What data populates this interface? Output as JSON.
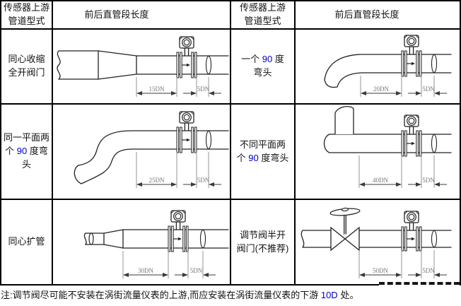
{
  "colors": {
    "accent": "#0000cc",
    "diagram_line": "#222222",
    "dimension_line": "#3a3a3a",
    "dimension_label": "#767676",
    "extension_line": "#8a8a8a",
    "border": "#000000",
    "text": "#111111"
  },
  "headers": {
    "upstream": [
      "传感器上游",
      "管道型式"
    ],
    "length": "前后直管段长度"
  },
  "rows": [
    {
      "left": {
        "label": [
          [
            {
              "t": "同心收缩"
            }
          ],
          [
            {
              "t": "全开阀门"
            }
          ]
        ],
        "diagram": {
          "kind": "reduce",
          "dim_upstream": "15DN",
          "dim_downstream": "5DN"
        }
      },
      "right": {
        "label": [
          [
            {
              "t": "一个 "
            },
            {
              "t": "90",
              "a": true
            },
            {
              "t": " 度"
            }
          ],
          [
            {
              "t": "弯头"
            }
          ]
        ],
        "diagram": {
          "kind": "elbow",
          "dim_upstream": "20DN",
          "dim_downstream": "5DN"
        }
      }
    },
    {
      "left": {
        "label": [
          [
            {
              "t": "同一平面两"
            }
          ],
          [
            {
              "t": "个 "
            },
            {
              "t": "90",
              "a": true
            },
            {
              "t": " 度弯头"
            }
          ]
        ],
        "diagram": {
          "kind": "scurve",
          "dim_upstream": "25DN",
          "dim_downstream": "5DN"
        }
      },
      "right": {
        "label": [
          [
            {
              "t": "不同平面两"
            }
          ],
          [
            {
              "t": "个 "
            },
            {
              "t": "90",
              "a": true
            },
            {
              "t": " 度弯头"
            }
          ]
        ],
        "diagram": {
          "kind": "elbow3d",
          "dim_upstream": "40DN",
          "dim_downstream": "5DN"
        }
      }
    },
    {
      "left": {
        "label": [
          [
            {
              "t": "同心扩管"
            }
          ]
        ],
        "diagram": {
          "kind": "expand",
          "dim_upstream": "30DN",
          "dim_downstream": "5DN"
        }
      },
      "right": {
        "label": [
          [
            {
              "t": "调节阀半开"
            }
          ],
          [
            {
              "t": "阀门(不推荐)"
            }
          ]
        ],
        "diagram": {
          "kind": "valve",
          "dim_upstream": "50DN",
          "dim_downstream": "5DN"
        }
      }
    }
  ],
  "note": [
    {
      "t": "注:调节阀尽可能不安装在涡街流量仪表的上游,而应安装在涡街流量仪表的下游 "
    },
    {
      "t": "10D",
      "a": true
    },
    {
      "t": " 处。"
    }
  ]
}
